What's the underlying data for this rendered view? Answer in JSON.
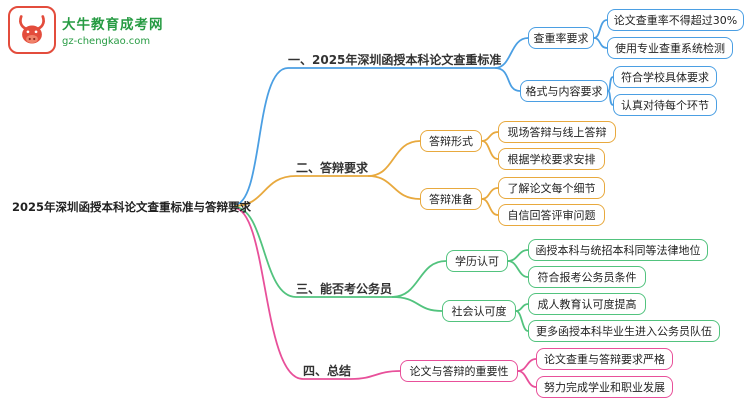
{
  "logo": {
    "title": "大牛教育成考网",
    "domain": "gz-chengkao.com",
    "icon": "bull-logo-icon"
  },
  "colors": {
    "branch1_blue": "#4B9FE3",
    "branch2_orange": "#E8A93E",
    "branch3_green": "#52C37E",
    "branch4_pink": "#E8509A",
    "logo_red": "#E34C3C",
    "logo_green": "#279B43"
  },
  "root": {
    "label": "2025年深圳函授本科论文查重标准与答辩要求"
  },
  "branches": [
    {
      "label": "一、2025年深圳函授本科论文查重标准",
      "color": "#4B9FE3",
      "children": [
        {
          "label": "查重率要求",
          "leaves": [
            "论文查重率不得超过30%",
            "使用专业查重系统检测"
          ]
        },
        {
          "label": "格式与内容要求",
          "leaves": [
            "符合学校具体要求",
            "认真对待每个环节"
          ]
        }
      ]
    },
    {
      "label": "二、答辩要求",
      "color": "#E8A93E",
      "children": [
        {
          "label": "答辩形式",
          "leaves": [
            "现场答辩与线上答辩",
            "根据学校要求安排"
          ]
        },
        {
          "label": "答辩准备",
          "leaves": [
            "了解论文每个细节",
            "自信回答评审问题"
          ]
        }
      ]
    },
    {
      "label": "三、能否考公务员",
      "color": "#52C37E",
      "children": [
        {
          "label": "学历认可",
          "leaves": [
            "函授本科与统招本科同等法律地位",
            "符合报考公务员条件"
          ]
        },
        {
          "label": "社会认可度",
          "leaves": [
            "成人教育认可度提高",
            "更多函授本科毕业生进入公务员队伍"
          ]
        }
      ]
    },
    {
      "label": "四、总结",
      "color": "#E8509A",
      "children": [
        {
          "label": "论文与答辩的重要性",
          "leaves": [
            "论文查重与答辩要求严格",
            "努力完成学业和职业发展"
          ]
        }
      ]
    }
  ]
}
